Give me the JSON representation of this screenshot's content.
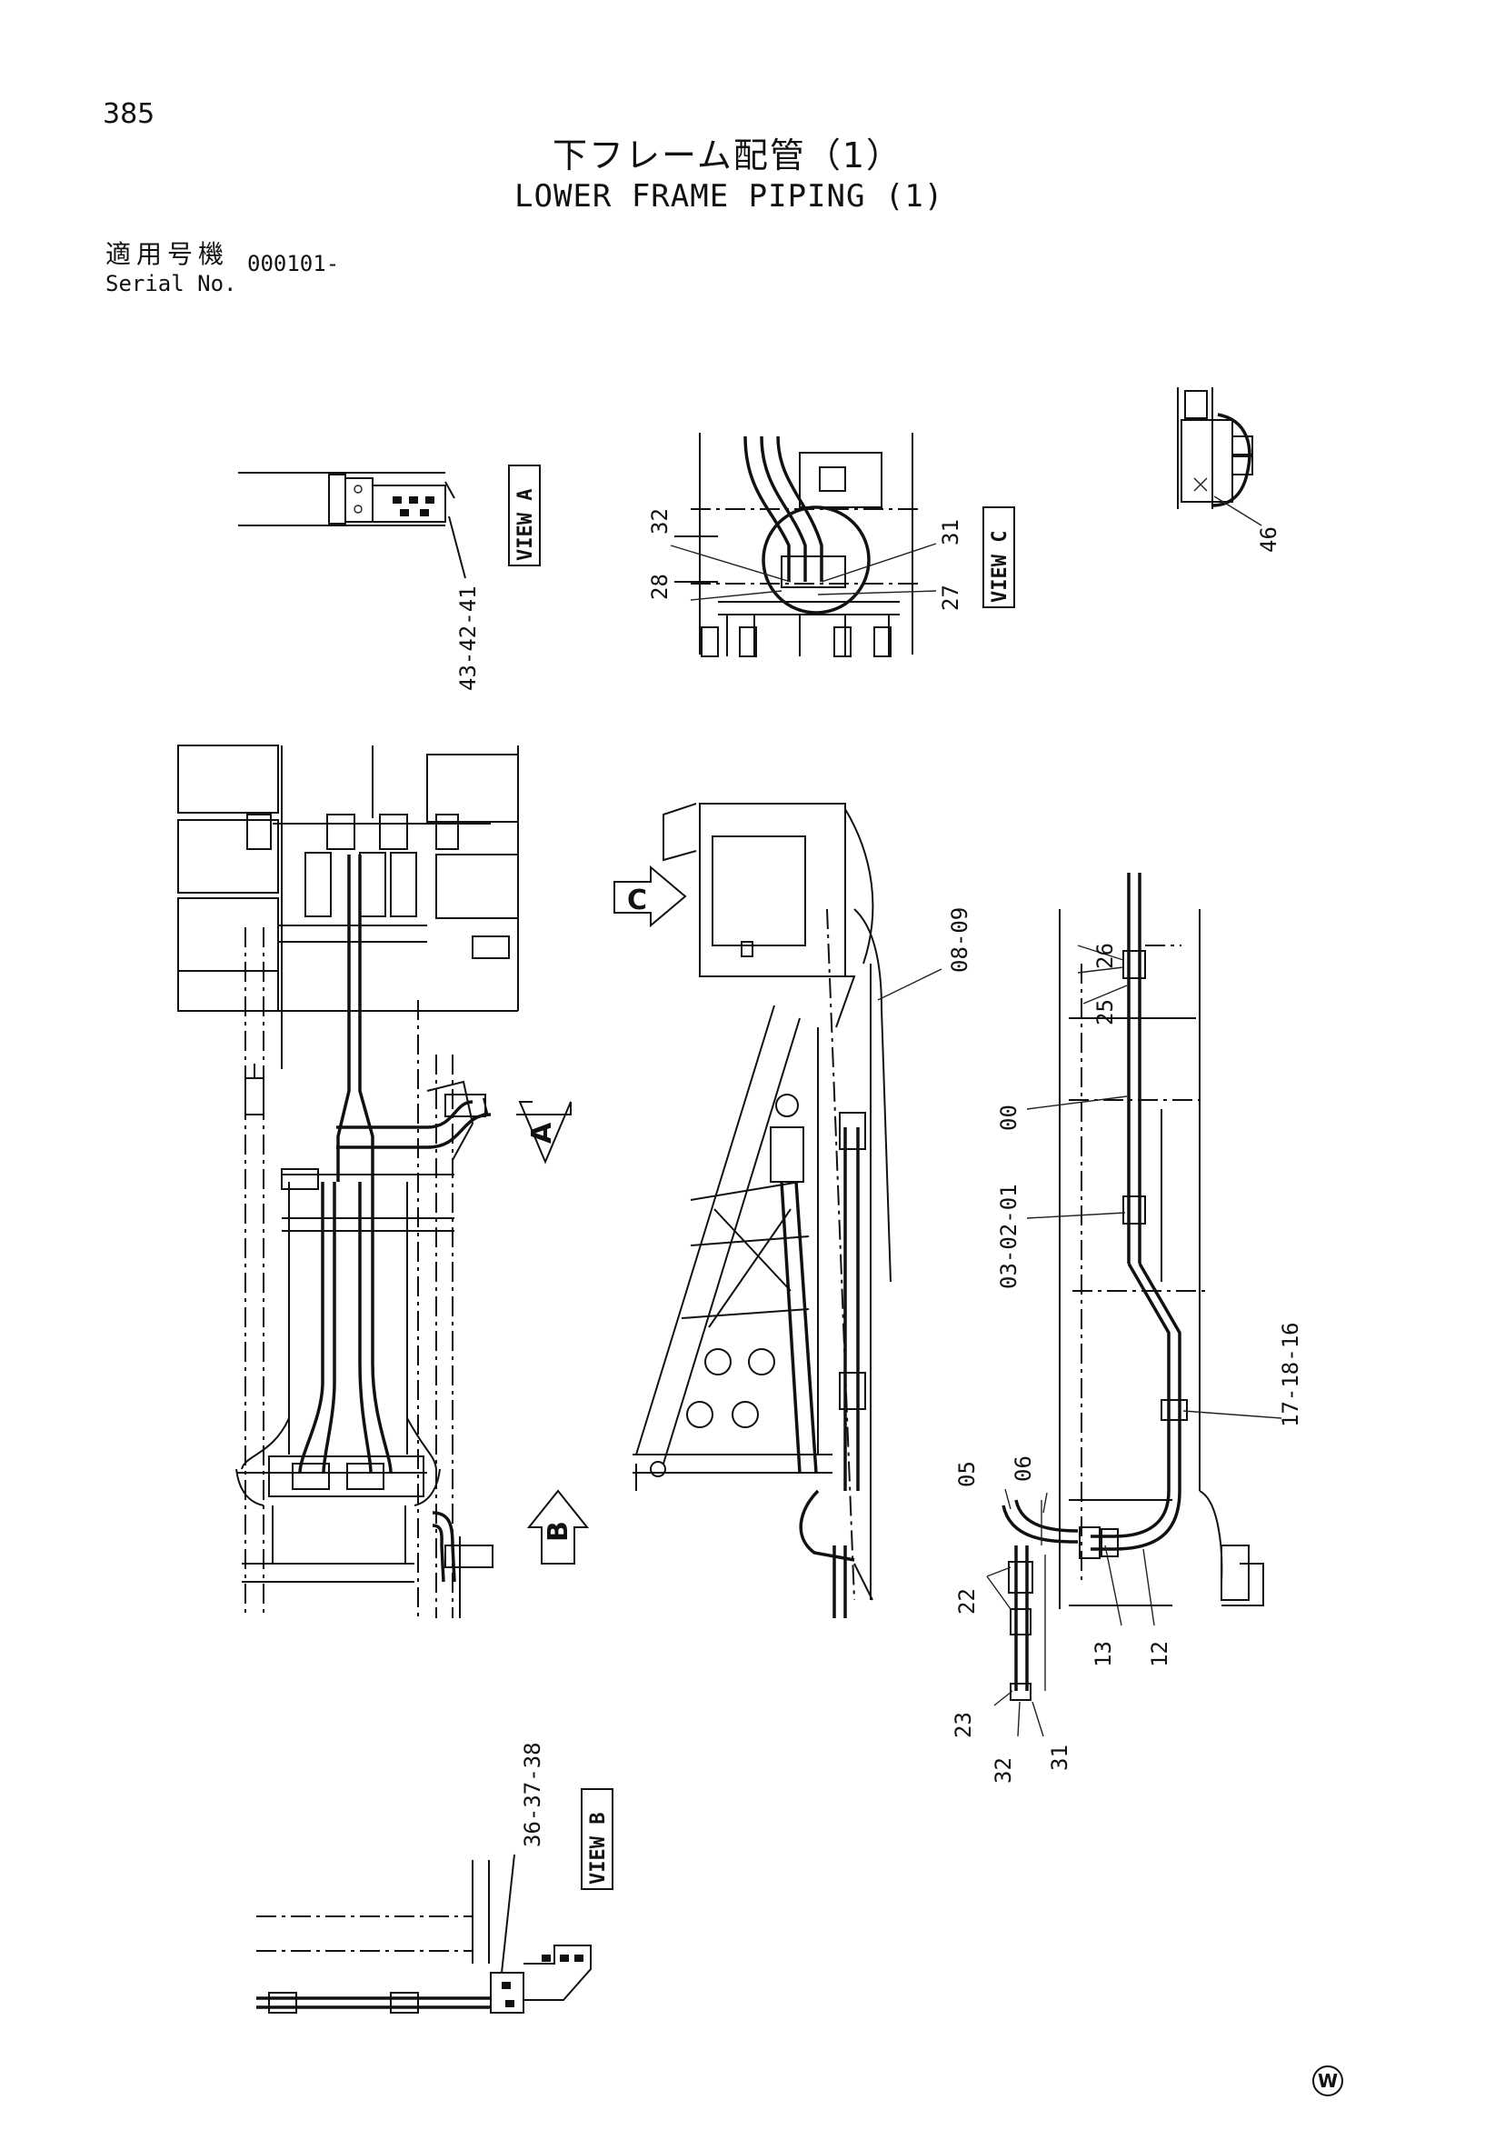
{
  "header": {
    "page_number": "385",
    "title_ja": "下フレーム配管（1）",
    "title_en": "LOWER FRAME PIPING (1)",
    "serial_label_ja": "適用号機",
    "serial_label_en": "Serial No.",
    "serial_value": "000101-"
  },
  "views": {
    "view_a": "VIEW A",
    "view_b": "VIEW B",
    "view_c": "VIEW C"
  },
  "arrows": {
    "a": "A",
    "b": "B",
    "c": "C"
  },
  "callouts": {
    "view_a_parts": "43-42-41",
    "view_b_parts": "36-37-38",
    "vc_32": "32",
    "vc_28": "28",
    "vc_31": "31",
    "vc_27": "27",
    "detail_46": "46",
    "s_08_09": "08-09",
    "s_26": "26",
    "s_25": "25",
    "s_00": "00",
    "s_03_02_01": "03-02-01",
    "s_17_18_16": "17-18-16",
    "s_05": "05",
    "s_06": "06",
    "s_22": "22",
    "s_13": "13",
    "s_12": "12",
    "s_23": "23",
    "s_32": "32",
    "s_31": "31"
  },
  "watermark": "W"
}
